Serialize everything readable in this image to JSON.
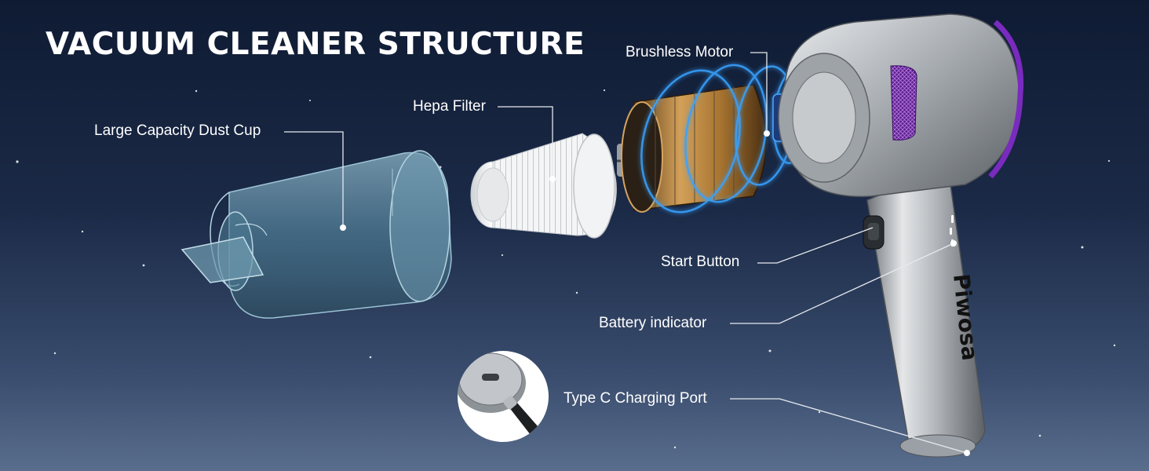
{
  "title": "VACUUM CLEANER STRUCTURE",
  "brand": "Piwosa",
  "callouts": {
    "dust_cup": "Large Capacity Dust Cup",
    "hepa_filter": "Hepa Filter",
    "motor": "Brushless Motor",
    "start_button": "Start Button",
    "battery": "Battery indicator",
    "type_c": "Type C Charging Port"
  },
  "colors": {
    "accent_purple": "#7a2bbf",
    "motor_glow": "#2f8cff",
    "dust_cup": "#5d8aa3"
  }
}
